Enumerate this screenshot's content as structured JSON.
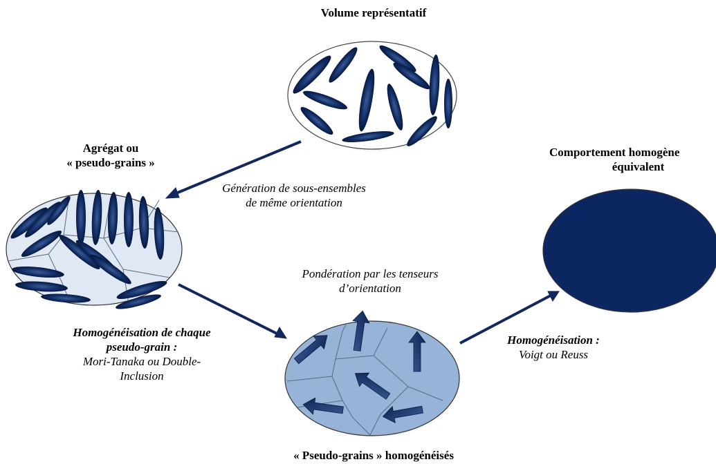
{
  "titles": {
    "rve": "Volume représentatif",
    "aggregate_line1": "Agrégat ou",
    "aggregate_line2": "« pseudo-grains »",
    "equivalent_line1": "Comportement homogène",
    "equivalent_line2": "équivalent",
    "homogenized_grains": "« Pseudo-grains » homogénéisés"
  },
  "annotations": {
    "generation_line1": "Génération de sous-ensembles",
    "generation_line2": "de même orientation",
    "weighting_line1": "Pondération par les tenseurs",
    "weighting_line2": "d’orientation",
    "grain_homog_line1": "Homogénéisation de chaque",
    "grain_homog_line2": "pseudo-grain :",
    "grain_homog_line3": "Mori-Tanaka ou Double-",
    "grain_homog_line4": "Inclusion",
    "global_homog_line1": "Homogénéisation :",
    "global_homog_line2": "Voigt ou Reuss"
  },
  "colors": {
    "fiber": "#0d2657",
    "arrow": "#13275f",
    "aggregate_fill": "#dfe8f3",
    "homogenized_fill": "#97b3d8",
    "equivalent_fill": "#0b2660"
  }
}
